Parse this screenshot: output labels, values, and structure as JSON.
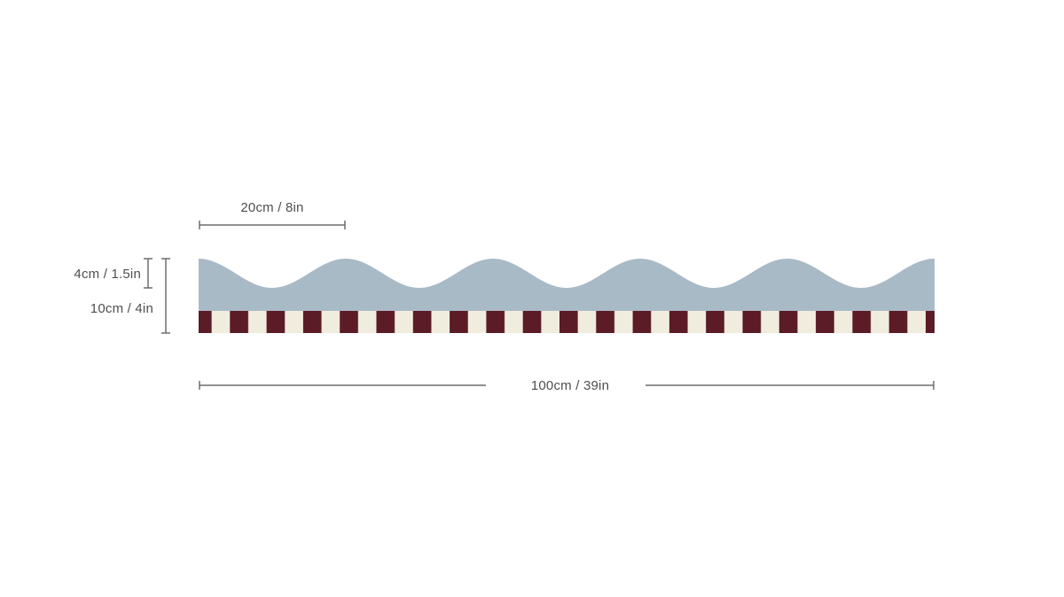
{
  "diagram": {
    "name": "scalloped-border-dimension-diagram",
    "measurements": {
      "repeat_width": {
        "label": "20cm / 8in",
        "cm": 20,
        "in": 8
      },
      "scallop_height": {
        "label": "4cm / 1.5in",
        "cm": 4,
        "in": 1.5
      },
      "total_height": {
        "label": "10cm / 4in",
        "cm": 10,
        "in": 4
      },
      "total_width": {
        "label": "100cm / 39in",
        "cm": 100,
        "in": 39
      }
    },
    "colors": {
      "background": "#ffffff",
      "wave_fill": "#a9bac7",
      "stripe_dark": "#5b1b27",
      "stripe_light": "#f0edde",
      "dimension_line": "#6d6d6d",
      "label_text": "#4f4f4f"
    }
  }
}
